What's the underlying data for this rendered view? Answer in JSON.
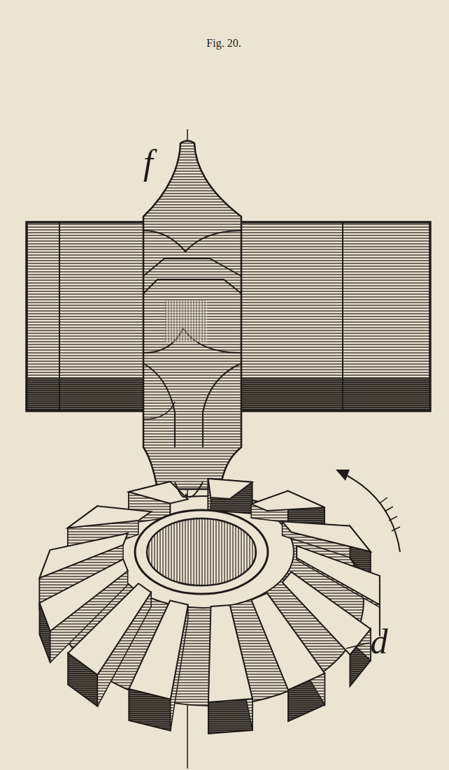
{
  "diagram": {
    "title": "Fig. 20.",
    "labels": [
      "f",
      "d"
    ]
  }
}
